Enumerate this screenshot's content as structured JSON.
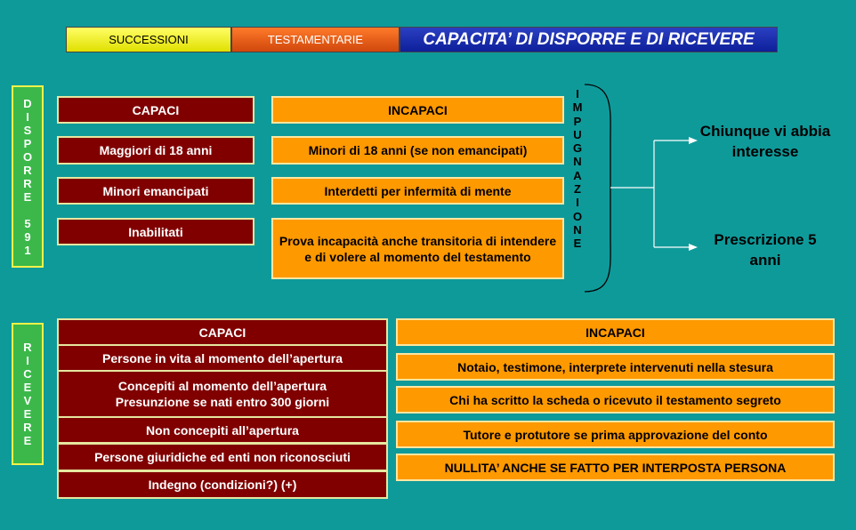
{
  "header": {
    "tab1": "SUCCESSIONI",
    "tab2": "TESTAMENTARIE",
    "title": "CAPACITA’ DI DISPORRE E DI RICEVERE"
  },
  "disporre": {
    "side_label": [
      "D",
      "I",
      "S",
      "P",
      "O",
      "R",
      "R",
      "E",
      "",
      "5",
      "9",
      "1"
    ],
    "capaci_header": "CAPACI",
    "incapaci_header": "INCAPACI",
    "capaci": [
      "Maggiori di 18 anni",
      "Minori emancipati",
      "Inabilitati"
    ],
    "incapaci": [
      "Minori di 18 anni (se non emancipati)",
      "Interdetti per infermità di mente",
      "Prova incapacità anche transitoria di intendere e di volere al momento del testamento"
    ],
    "impugnazione": [
      "I",
      "M",
      "P",
      "U",
      "G",
      "N",
      "A",
      "Z",
      "I",
      "O",
      "N",
      "E"
    ],
    "outcome_top": "Chiunque vi abbia interesse",
    "outcome_bottom": "Prescrizione 5 anni"
  },
  "ricevere": {
    "side_label": [
      "R",
      "I",
      "C",
      "E",
      "V",
      "E",
      "R",
      "E"
    ],
    "capaci_header": "CAPACI",
    "incapaci_header": "INCAPACI",
    "capaci": [
      "Persone in vita al momento dell’apertura",
      "Concepiti al momento dell’apertura Presunzione se nati entro 300 giorni",
      "Non concepiti all’apertura",
      "Persone giuridiche ed enti non riconosciuti",
      "Indegno (condizioni?) (+)"
    ],
    "incapaci": [
      "Notaio, testimone, interprete intervenuti nella stesura",
      "Chi ha scritto la scheda o ricevuto il testamento segreto",
      "Tutore e protutore se prima approvazione del conto",
      "NULLITA’ ANCHE SE FATTO PER INTERPOSTA PERSONA"
    ]
  }
}
